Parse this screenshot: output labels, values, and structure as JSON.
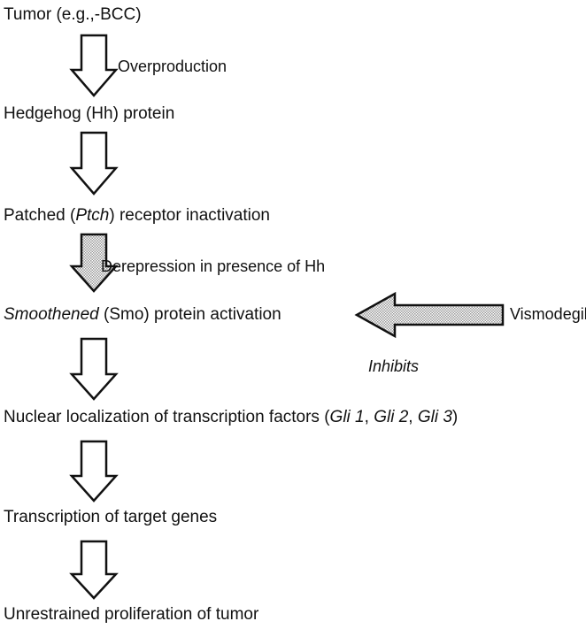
{
  "steps": {
    "s1": "Tumor (e.g.,-BCC)",
    "s2": "Hedgehog (Hh) protein",
    "s3": {
      "a": "Patched (",
      "b": "Ptch",
      "c": ") receptor inactivation"
    },
    "s4": {
      "a": "Smoothened",
      "b": " (Smo) protein activation"
    },
    "s5": {
      "a": "Nuclear localization of transcription factors (",
      "b": "Gli 1",
      "c": ", ",
      "d": "Gli 2",
      "e": ", ",
      "f": "Gli 3",
      "g": ")"
    },
    "s6": "Transcription of target genes",
    "s7": "Unrestrained proliferation of tumor"
  },
  "arrow_labels": {
    "overproduction": "Overproduction",
    "derepression": "Derepression in presence of Hh",
    "inhibits": "Inhibits"
  },
  "drug": "Vismodegib"
}
